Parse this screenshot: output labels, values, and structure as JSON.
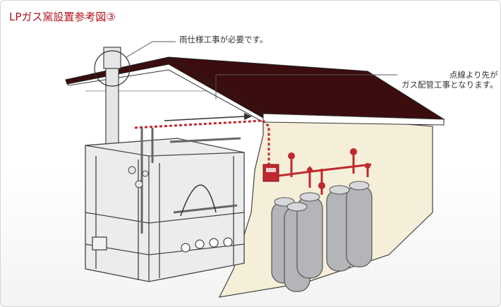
{
  "title": "LPガス窯設置参考図③",
  "callouts": {
    "weatherproof": "雨仕様工事が必要です。",
    "dot_line_1": "点線より先が",
    "dot_line_2": "ガス配管工事となります。"
  },
  "colors": {
    "title": "#b0121b",
    "roof": "#3b0d0f",
    "pipe": "#c0282e",
    "wall": "#f5efd9",
    "cylinder": "#b3b5b8"
  }
}
